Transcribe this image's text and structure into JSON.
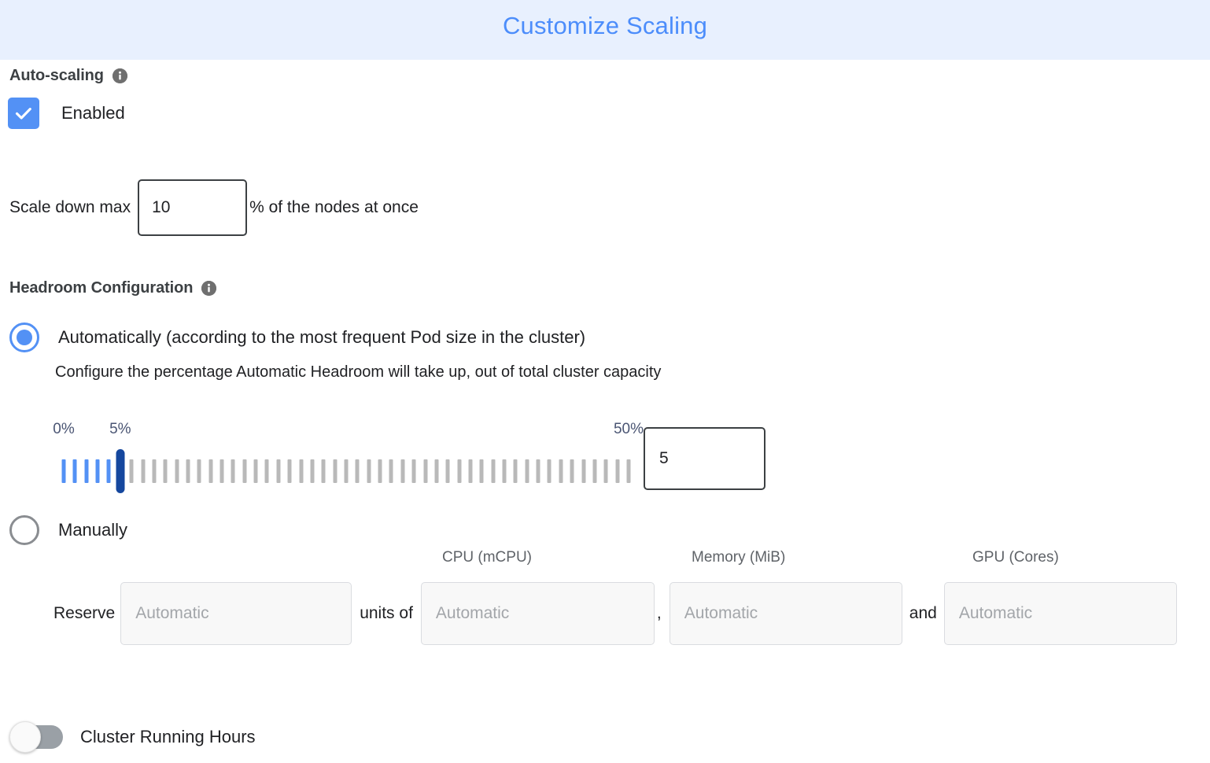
{
  "header": {
    "title": "Customize Scaling"
  },
  "autoscaling": {
    "title": "Auto-scaling",
    "info_icon": "info-icon",
    "enabled_label": "Enabled",
    "enabled_checked": true,
    "scale_down": {
      "prefix": "Scale down max",
      "value": "10",
      "suffix": "% of the nodes at once"
    }
  },
  "headroom": {
    "title": "Headroom Configuration",
    "info_icon": "info-icon",
    "selected_mode": "automatic",
    "automatic": {
      "label": "Automatically (according to the most frequent Pod size in the cluster)",
      "description": "Configure the percentage Automatic Headroom will take up, out of total cluster capacity",
      "value": "5"
    },
    "manual": {
      "label": "Manually",
      "column_headers": [
        "CPU (mCPU)",
        "Memory (MiB)",
        "GPU (Cores)"
      ],
      "reserve_label": "Reserve",
      "separators": {
        "units_of": "units of",
        "comma": ",",
        "and": "and"
      },
      "fields": [
        {
          "name": "units",
          "placeholder": "Automatic",
          "value": ""
        },
        {
          "name": "cpu",
          "placeholder": "Automatic",
          "value": ""
        },
        {
          "name": "memory",
          "placeholder": "Automatic",
          "value": ""
        },
        {
          "name": "gpu",
          "placeholder": "Automatic",
          "value": ""
        }
      ]
    }
  },
  "slider": {
    "min": 0,
    "max": 50,
    "value": 5,
    "step": 1,
    "tick_count": 51,
    "labels": [
      {
        "text": "0%",
        "at": 0
      },
      {
        "text": "5%",
        "at": 5
      },
      {
        "text": "50%",
        "at": 50
      }
    ],
    "filled_color": "#5391f5",
    "empty_color": "#b9b9b9",
    "thumb_color": "#15479e"
  },
  "cluster_running_hours": {
    "label": "Cluster Running Hours",
    "enabled": false
  },
  "colors": {
    "header_bg": "#e8f0fe",
    "header_text": "#4c8dfb",
    "accent": "#5391f5",
    "muted_text": "#5f6368",
    "tick_label": "#4a5573"
  }
}
